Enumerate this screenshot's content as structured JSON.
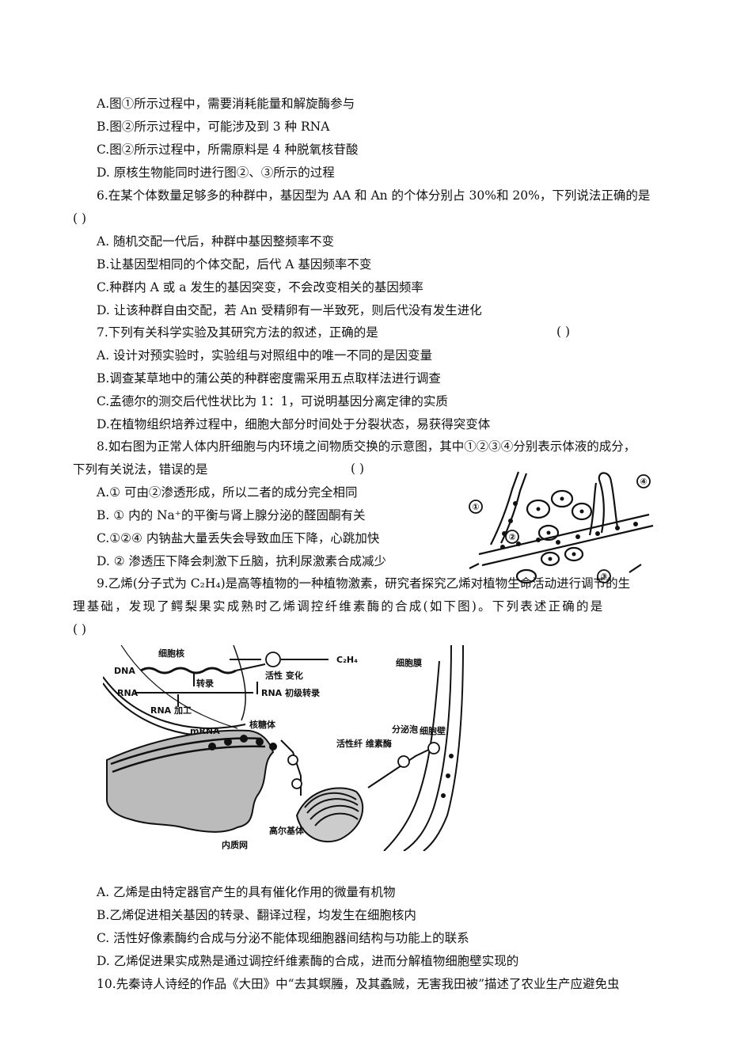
{
  "q5_options": [
    "A.图①所示过程中，需要消耗能量和解旋酶参与",
    "B.图②所示过程中，可能涉及到 3 种 RNA",
    "C.图②所示过程中，所需原料是 4 种脱氧核苷酸",
    "D.  原核生物能同时进行图②、③所示的过程"
  ],
  "q6": {
    "stem": "6.在某个体数量足够多的种群中，基因型为 AA 和  An 的个体分别占 30%和 20%，下列说法正确的是",
    "paren": "(      )",
    "options": [
      "A.  随机交配一代后，种群中基因整频率不变",
      "B.让基因型相同的个体交配，后代 A  基因频率不变",
      "C.种群内 A 或 a 发生的基因突变，不会改变相关的基因频率",
      "D.  让该种群自由交配，若 An 受精卵有一半致死，则后代没有发生进化"
    ]
  },
  "q7": {
    "stem": "7.下列有关科学实验及其研究方法的叙述，正确的是",
    "paren": "(      )",
    "options": [
      "A.  设计对预实验时，实验组与对照组中的唯一不同的是因变量",
      "B.调查某草地中的蒲公英的种群密度需采用五点取样法进行调查",
      "C.孟德尔的测交后代性状比为 1：1，可说明基因分离定律的实质",
      "D.在植物组织培养过程中，细胞大部分时间处于分裂状态，易获得突变体"
    ]
  },
  "q8": {
    "stem1": "8.如右图为正常人体内肝细胞与内环境之间物质交换的示意图，其中①②③④分别表示体液的成分，",
    "stem2": "下列有关说法，错误的是",
    "paren": "(      )",
    "options": [
      "A.① 可由②渗透形成，所以二者的成分完全相同",
      "B.  ① 内的 Na⁺的平衡与肾上腺分泌的醛固酮有关",
      "C.①②④ 内钠盐大量丢失会导致血压下降，心跳加快",
      "D.  ② 渗透压下降会刺激下丘脑，抗利尿激素合成减少"
    ],
    "figure_labels": [
      "①",
      "②",
      "③",
      "④"
    ]
  },
  "q9": {
    "stem1": "9.乙烯(分子式为 C₂H₄)是高等植物的一种植物激素，研究者探究乙烯对植物生命活动进行调节的生",
    "stem2": "理基础，发现了鳄梨果实成熟时乙烯调控纤维素酶的合成(如下图)。下列表述正确的是",
    "paren": "(      )",
    "figure_labels": {
      "nucleus": "细胞核",
      "dna": "DNA",
      "rna": "RNA",
      "transcription": "转录",
      "rna_process": "RNA\n加工",
      "active_change": "活性\n变化",
      "c2h4": "C₂H₄",
      "rna_init": "RNA 初级转录",
      "membrane": "细胞膜",
      "ribosome": "核糖体",
      "mrna": "mRNA",
      "active_enzyme": "活性纤\n维素酶",
      "vesicle": "分泌泡",
      "wall": "细胞壁",
      "er": "内质网",
      "golgi": "高尔基体"
    },
    "options": [
      "A.  乙烯是由特定器官产生的具有催化作用的微量有机物",
      "B.乙烯促进相关基因的转录、翻译过程，均发生在细胞核内",
      "C.  活性好像素酶约合成与分泌不能体现细胞器间结构与功能上的联系",
      "D.  乙烯促进果实成熟是通过调控纤维素酶的合成，进而分解植物细胞壁实现的"
    ]
  },
  "q10": {
    "stem": "10.先秦诗人诗经的作品《大田》中“去其螟螣，及其蟊贼，无害我田被”描述了农业生产应避免虫"
  }
}
